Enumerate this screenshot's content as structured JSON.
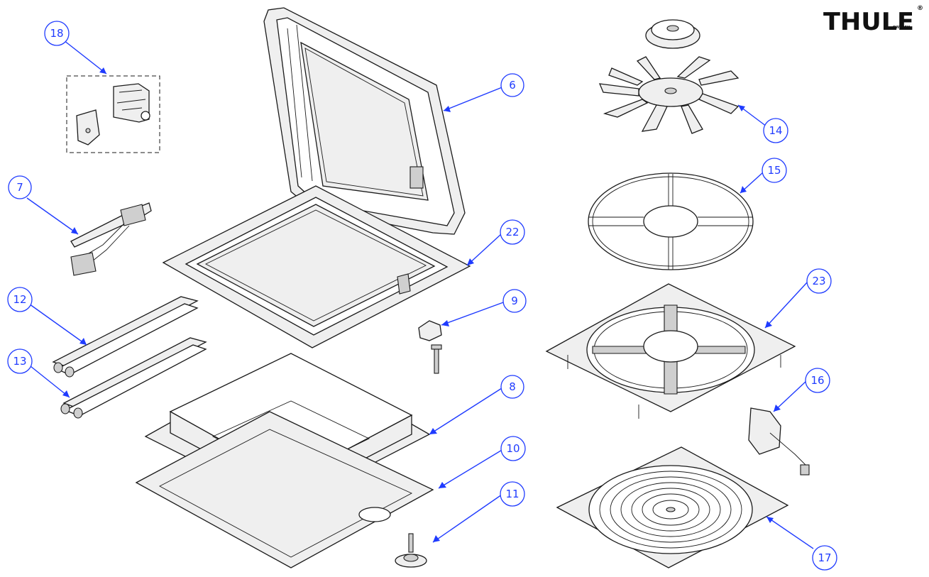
{
  "brand": {
    "logo_text": "THULE",
    "logo_sub": "SWEDEN",
    "registered_mark": "®"
  },
  "callouts": [
    {
      "id": "c18",
      "label": "18",
      "part": "hinge-bracket-set"
    },
    {
      "id": "c6",
      "label": "6",
      "part": "dome-lid"
    },
    {
      "id": "c7",
      "label": "7",
      "part": "lift-arm"
    },
    {
      "id": "c14",
      "label": "14",
      "part": "fan-motor-and-blades"
    },
    {
      "id": "c15",
      "label": "15",
      "part": "fan-guard-ring"
    },
    {
      "id": "c22",
      "label": "22",
      "part": "upper-frame"
    },
    {
      "id": "c12",
      "label": "12",
      "part": "screen-rail-upper"
    },
    {
      "id": "c13",
      "label": "13",
      "part": "screen-rail-lower"
    },
    {
      "id": "c9",
      "label": "9",
      "part": "clip-and-screw"
    },
    {
      "id": "c23",
      "label": "23",
      "part": "fan-mounting-plate"
    },
    {
      "id": "c8",
      "label": "8",
      "part": "inner-frame"
    },
    {
      "id": "c16",
      "label": "16",
      "part": "switch-bracket"
    },
    {
      "id": "c10",
      "label": "10",
      "part": "base-frame"
    },
    {
      "id": "c11",
      "label": "11",
      "part": "crank-knob"
    },
    {
      "id": "c17",
      "label": "17",
      "part": "ceiling-grille"
    }
  ],
  "colors": {
    "callout_blue": "#1f3bff",
    "line": "#1a1a1a"
  }
}
